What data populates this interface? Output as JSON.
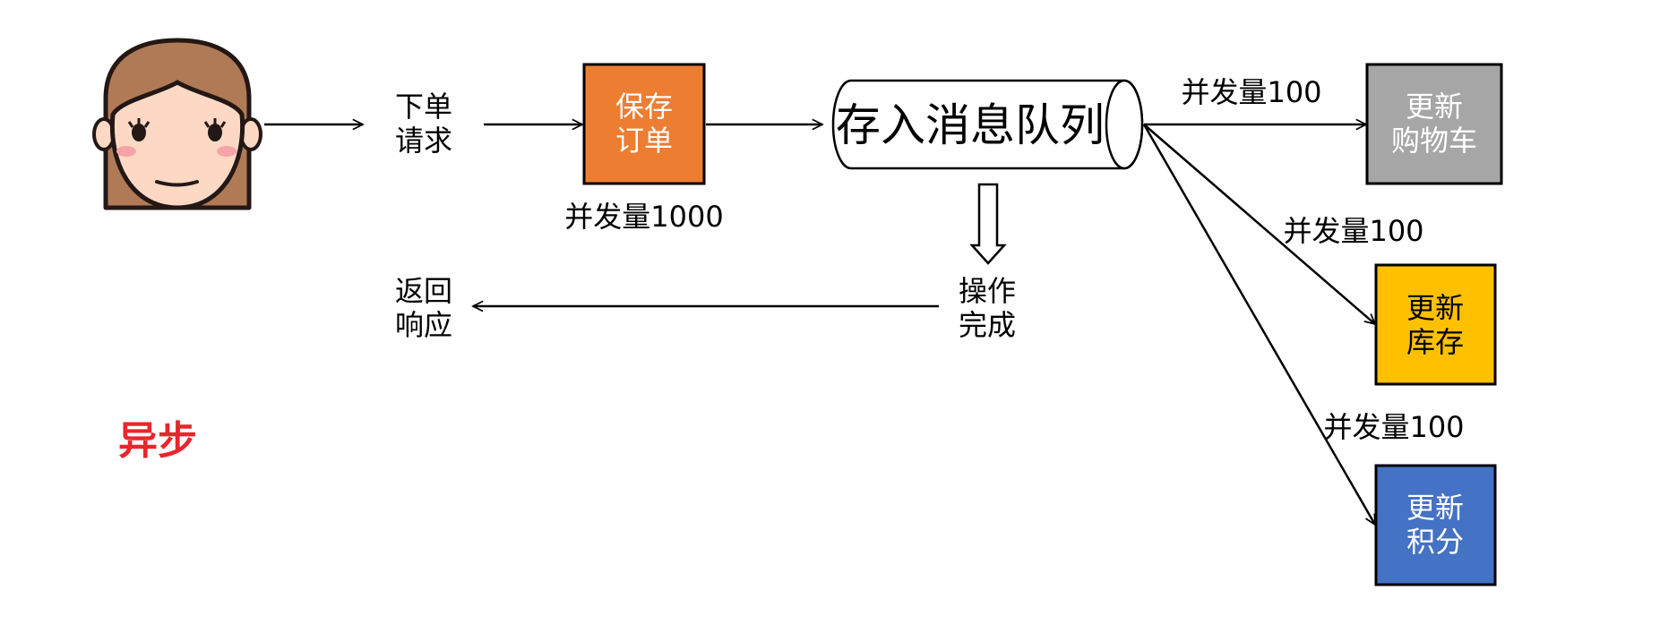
{
  "user": {
    "icon": "girl-avatar-icon"
  },
  "request_label": {
    "line1": "下单",
    "line2": "请求"
  },
  "save_order": {
    "line1": "保存",
    "line2": "订单",
    "fill": "#ED7D31",
    "text_color": "#ffffff"
  },
  "save_concurrency": "并发量1000",
  "queue": {
    "label": "存入消息队列"
  },
  "done_label": {
    "line1": "操作",
    "line2": "完成"
  },
  "response_label": {
    "line1": "返回",
    "line2": "响应"
  },
  "title": {
    "text": "异步",
    "color": "#E8262C"
  },
  "targets": [
    {
      "line1": "更新",
      "line2": "购物车",
      "fill": "#A6A6A6",
      "text_color": "#ffffff",
      "concurrency": "并发量100"
    },
    {
      "line1": "更新",
      "line2": "库存",
      "fill": "#FFC000",
      "text_color": "#000000",
      "concurrency": "并发量100"
    },
    {
      "line1": "更新",
      "line2": "积分",
      "fill": "#4472C4",
      "text_color": "#ffffff",
      "concurrency": "并发量100"
    }
  ]
}
